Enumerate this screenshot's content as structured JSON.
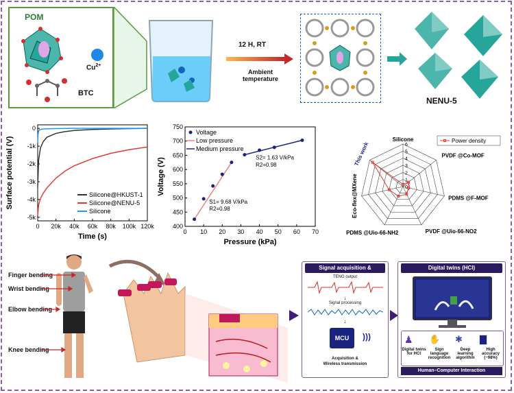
{
  "top": {
    "pom_label": "POM",
    "cu_label": "Cu",
    "cu_sup": "2+",
    "btc_label": "BTC",
    "arrow_top_label": "12 H, RT",
    "arrow_bottom_label": "Ambient temperature",
    "product_label": "NENU-5"
  },
  "radar": {
    "legend": "Power density",
    "this_work": "This work",
    "axes": [
      "Silicone",
      "PVDF @Co-MOF",
      "PDMS @F-MOF",
      "PVDF @Uio-66-NO2",
      "PDMS @Uio-66-NH2",
      "Eco-flex@MXene"
    ],
    "ticks": [
      "0",
      "1",
      "2",
      "3",
      "4",
      "5",
      "6"
    ]
  },
  "body_labels": [
    "Finger bending",
    "Wrist bending",
    "Elbow bending",
    "Knee bending"
  ],
  "signal_panel": {
    "title": "Signal acquisition & processing",
    "teng": "TENG output",
    "processing": "Signal processing",
    "mcu": "MCU",
    "acq": "Acquisition &",
    "wireless": "Wireless transmission"
  },
  "dt_panel": {
    "title": "Digital twins (HCI)",
    "features": [
      "Digital twins for HCI",
      "Sign language recognition",
      "Deep learning algorithm",
      "High accuracy (~98%)"
    ],
    "footer": "Human–Computer Interaction"
  },
  "chart_data": [
    {
      "type": "line",
      "title": "",
      "xlabel": "Time (s)",
      "ylabel": "Surface potential (V)",
      "xlim": [
        0,
        120000
      ],
      "ylim": [
        -5200,
        200
      ],
      "x_ticks": [
        "0",
        "20k",
        "40k",
        "60k",
        "80k",
        "100k",
        "120k"
      ],
      "y_ticks": [
        "0",
        "-1k",
        "-2k",
        "-3k",
        "-4k",
        "-5k"
      ],
      "series": [
        {
          "name": "Silicone@HKUST-1",
          "color": "#333333",
          "x": [
            0,
            1000,
            3000,
            6000,
            10000,
            20000,
            30000,
            40000,
            60000,
            80000,
            100000,
            120000
          ],
          "y": [
            -3300,
            -1800,
            -1100,
            -750,
            -500,
            -280,
            -180,
            -120,
            -60,
            -30,
            -10,
            0
          ]
        },
        {
          "name": "Silicone@NENU-5",
          "color": "#e53935",
          "x": [
            0,
            1000,
            3000,
            6000,
            10000,
            20000,
            30000,
            40000,
            60000,
            80000,
            100000,
            120000
          ],
          "y": [
            -4900,
            -4300,
            -3950,
            -3650,
            -3350,
            -2800,
            -2400,
            -2100,
            -1700,
            -1400,
            -1200,
            -1050
          ]
        },
        {
          "name": "Silicone",
          "color": "#2196f3",
          "x": [
            0,
            500,
            1000,
            2000,
            5000,
            10000,
            20000,
            40000,
            60000,
            80000,
            100000,
            120000
          ],
          "y": [
            -800,
            -300,
            -150,
            -80,
            -40,
            -20,
            -10,
            0,
            0,
            0,
            0,
            0
          ]
        }
      ],
      "legend": "bottom-right"
    },
    {
      "type": "scatter",
      "title": "",
      "xlabel": "Pressure (kPa)",
      "ylabel": "Voltage (V)",
      "xlim": [
        0,
        70
      ],
      "ylim": [
        400,
        750
      ],
      "x_ticks": [
        "0",
        "10",
        "20",
        "30",
        "40",
        "50",
        "60",
        "70"
      ],
      "y_ticks": [
        "400",
        "450",
        "500",
        "550",
        "600",
        "650",
        "700",
        "750"
      ],
      "series": [
        {
          "name": "Voltage",
          "x": [
            5,
            10,
            15,
            20,
            25,
            32,
            40,
            48,
            63
          ],
          "y": [
            425,
            497,
            542,
            583,
            625,
            652,
            668,
            678,
            703
          ]
        },
        {
          "name": "Low pressure",
          "color": "#f08080",
          "x": [
            5,
            25
          ],
          "y": [
            425,
            625
          ]
        },
        {
          "name": "Medium pressure",
          "color": "#1a237e",
          "x": [
            32,
            63
          ],
          "y": [
            652,
            703
          ]
        }
      ],
      "annotations": [
        {
          "text": "S1= 9.68 V/kPa",
          "r2": "R2=0.98"
        },
        {
          "text": "S2= 1.63 V/kPa",
          "r2": "R2=0.98"
        }
      ],
      "legend": "top-left"
    },
    {
      "type": "radar",
      "title": "",
      "categories": [
        "Silicone",
        "PVDF @Co-MOF",
        "PDMS @F-MOF",
        "PVDF @Uio-66-NO2",
        "PDMS @Uio-66-NH2",
        "Eco-flex@MXene",
        "This work"
      ],
      "series": [
        {
          "name": "Power density",
          "values": [
            0.3,
            1.0,
            0.8,
            1.2,
            1.5,
            2.0,
            5.5
          ]
        }
      ],
      "rlim": [
        0,
        6
      ]
    }
  ]
}
